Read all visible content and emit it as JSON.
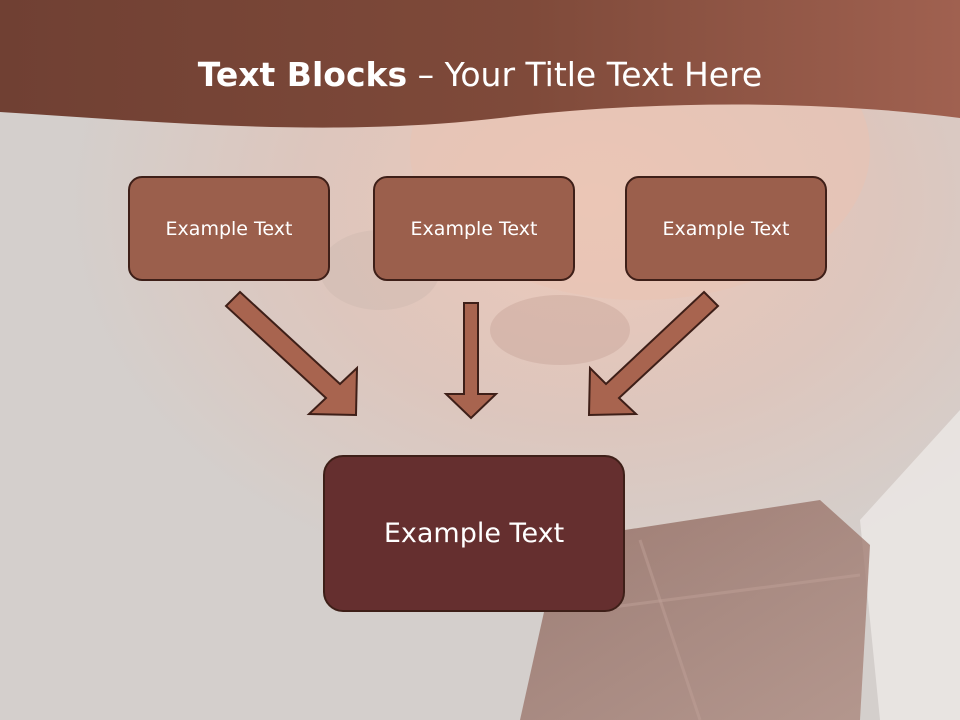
{
  "title": {
    "bold": "Text Blocks",
    "dash": " – ",
    "rest": "Your Title Text Here"
  },
  "blocks": {
    "top": [
      {
        "label": "Example Text"
      },
      {
        "label": "Example Text"
      },
      {
        "label": "Example Text"
      }
    ],
    "bottom": {
      "label": "Example Text"
    }
  },
  "colors": {
    "header_band": "#7a4536",
    "block_fill": "#9b5f4c",
    "bottom_block_fill": "#652f2f",
    "arrow_fill": "#a8644f",
    "outline": "#3e1f18",
    "background": "#d6d1ce"
  }
}
